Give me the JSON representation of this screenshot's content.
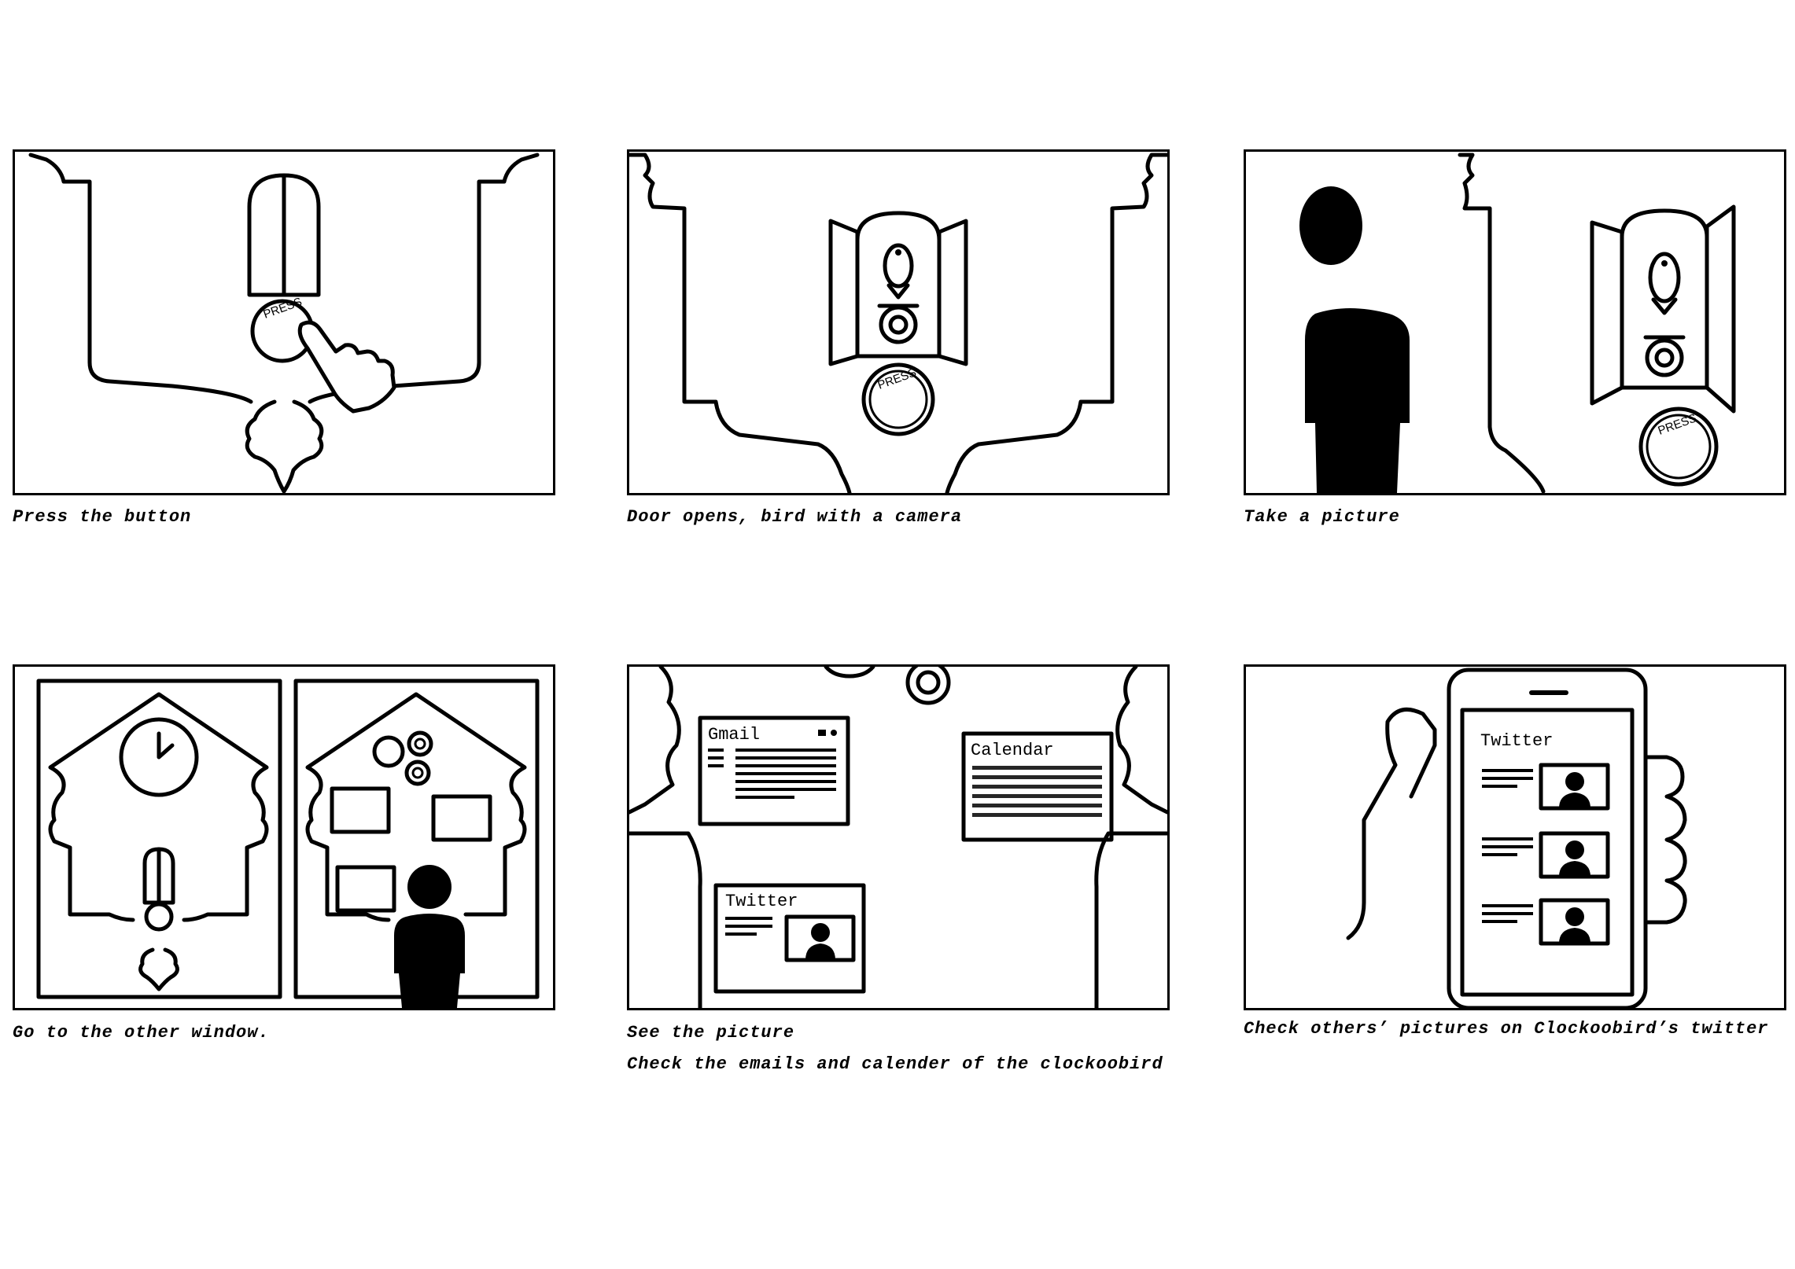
{
  "panels": [
    {
      "caption": "Press the button"
    },
    {
      "caption": "Door opens, bird with a camera"
    },
    {
      "caption": "Take a picture"
    },
    {
      "caption": "Go to the other window."
    },
    {
      "caption": "See the picture",
      "caption2": "Check the emails and calender of the clockoobird"
    },
    {
      "caption": "Check others’ pictures on Clockoobird’s twitter"
    }
  ],
  "button_text": "PRESS",
  "apps": {
    "gmail": "Gmail",
    "calendar": "Calendar",
    "twitter": "Twitter"
  },
  "colors": {
    "ink": "#000000",
    "paper": "#ffffff"
  }
}
